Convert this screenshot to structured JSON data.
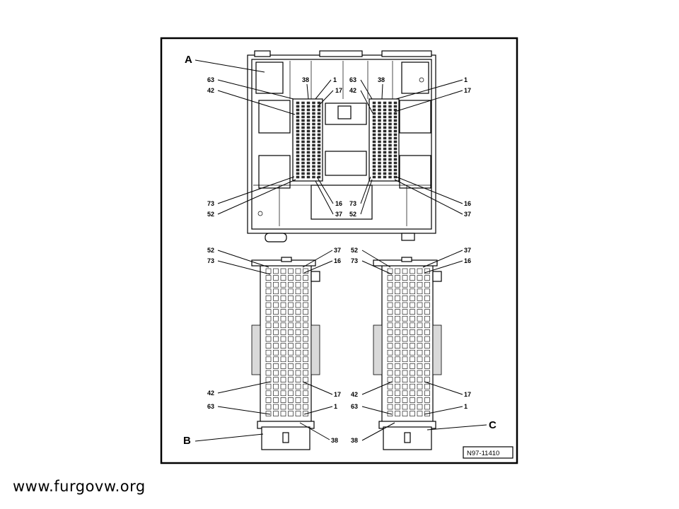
{
  "views": {
    "A": {
      "letter": "A",
      "left_labels": [
        "63",
        "42",
        "73",
        "52"
      ],
      "inner_left_labels": [
        "38",
        "1",
        "17",
        "16",
        "37"
      ],
      "inner_right_labels": [
        "63",
        "38",
        "42",
        "73",
        "52"
      ],
      "right_labels": [
        "1",
        "17",
        "16",
        "37"
      ]
    },
    "B": {
      "letter": "B",
      "top_left": [
        "52",
        "73"
      ],
      "top_right": [
        "37",
        "16"
      ],
      "bottom_left": [
        "42",
        "63"
      ],
      "bottom_right": [
        "17",
        "1",
        "38"
      ]
    },
    "C": {
      "letter": "C",
      "top_left": [
        "52",
        "73"
      ],
      "top_right": [
        "37",
        "16"
      ],
      "bottom_left": [
        "42",
        "63",
        "38"
      ],
      "bottom_right": [
        "17",
        "1"
      ]
    }
  },
  "figure_code": "N97-11410",
  "watermark": "www.furgovw.org"
}
